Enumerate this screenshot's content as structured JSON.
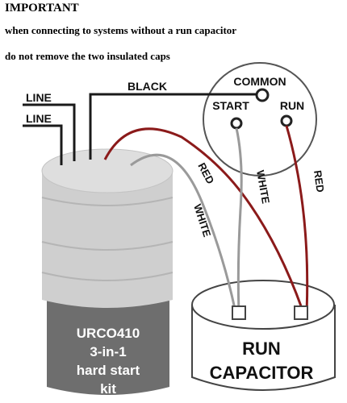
{
  "notice": {
    "heading": "IMPORTANT",
    "line1": "when connecting to systems without a run capacitor",
    "line2": "do not remove the two insulated caps"
  },
  "labels": {
    "line_top": "LINE",
    "line_bottom": "LINE",
    "black": "BLACK",
    "common": "COMMON",
    "start": "START",
    "run": "RUN",
    "red_left": "RED",
    "white_left": "WHITE",
    "white_right": "WHITE",
    "red_right": "RED"
  },
  "kit": {
    "model": "URCO410",
    "line2": "3-in-1",
    "line3": "hard start",
    "line4": "kit"
  },
  "capacitor": {
    "line1": "RUN",
    "line2": "CAPACITOR"
  },
  "colors": {
    "red_wire": "#8b1a1a",
    "white_wire": "#9a9a9a",
    "black_wire": "#1a1a1a",
    "kit_body": "#cfcfcf",
    "kit_dark": "#6e6e6e"
  }
}
